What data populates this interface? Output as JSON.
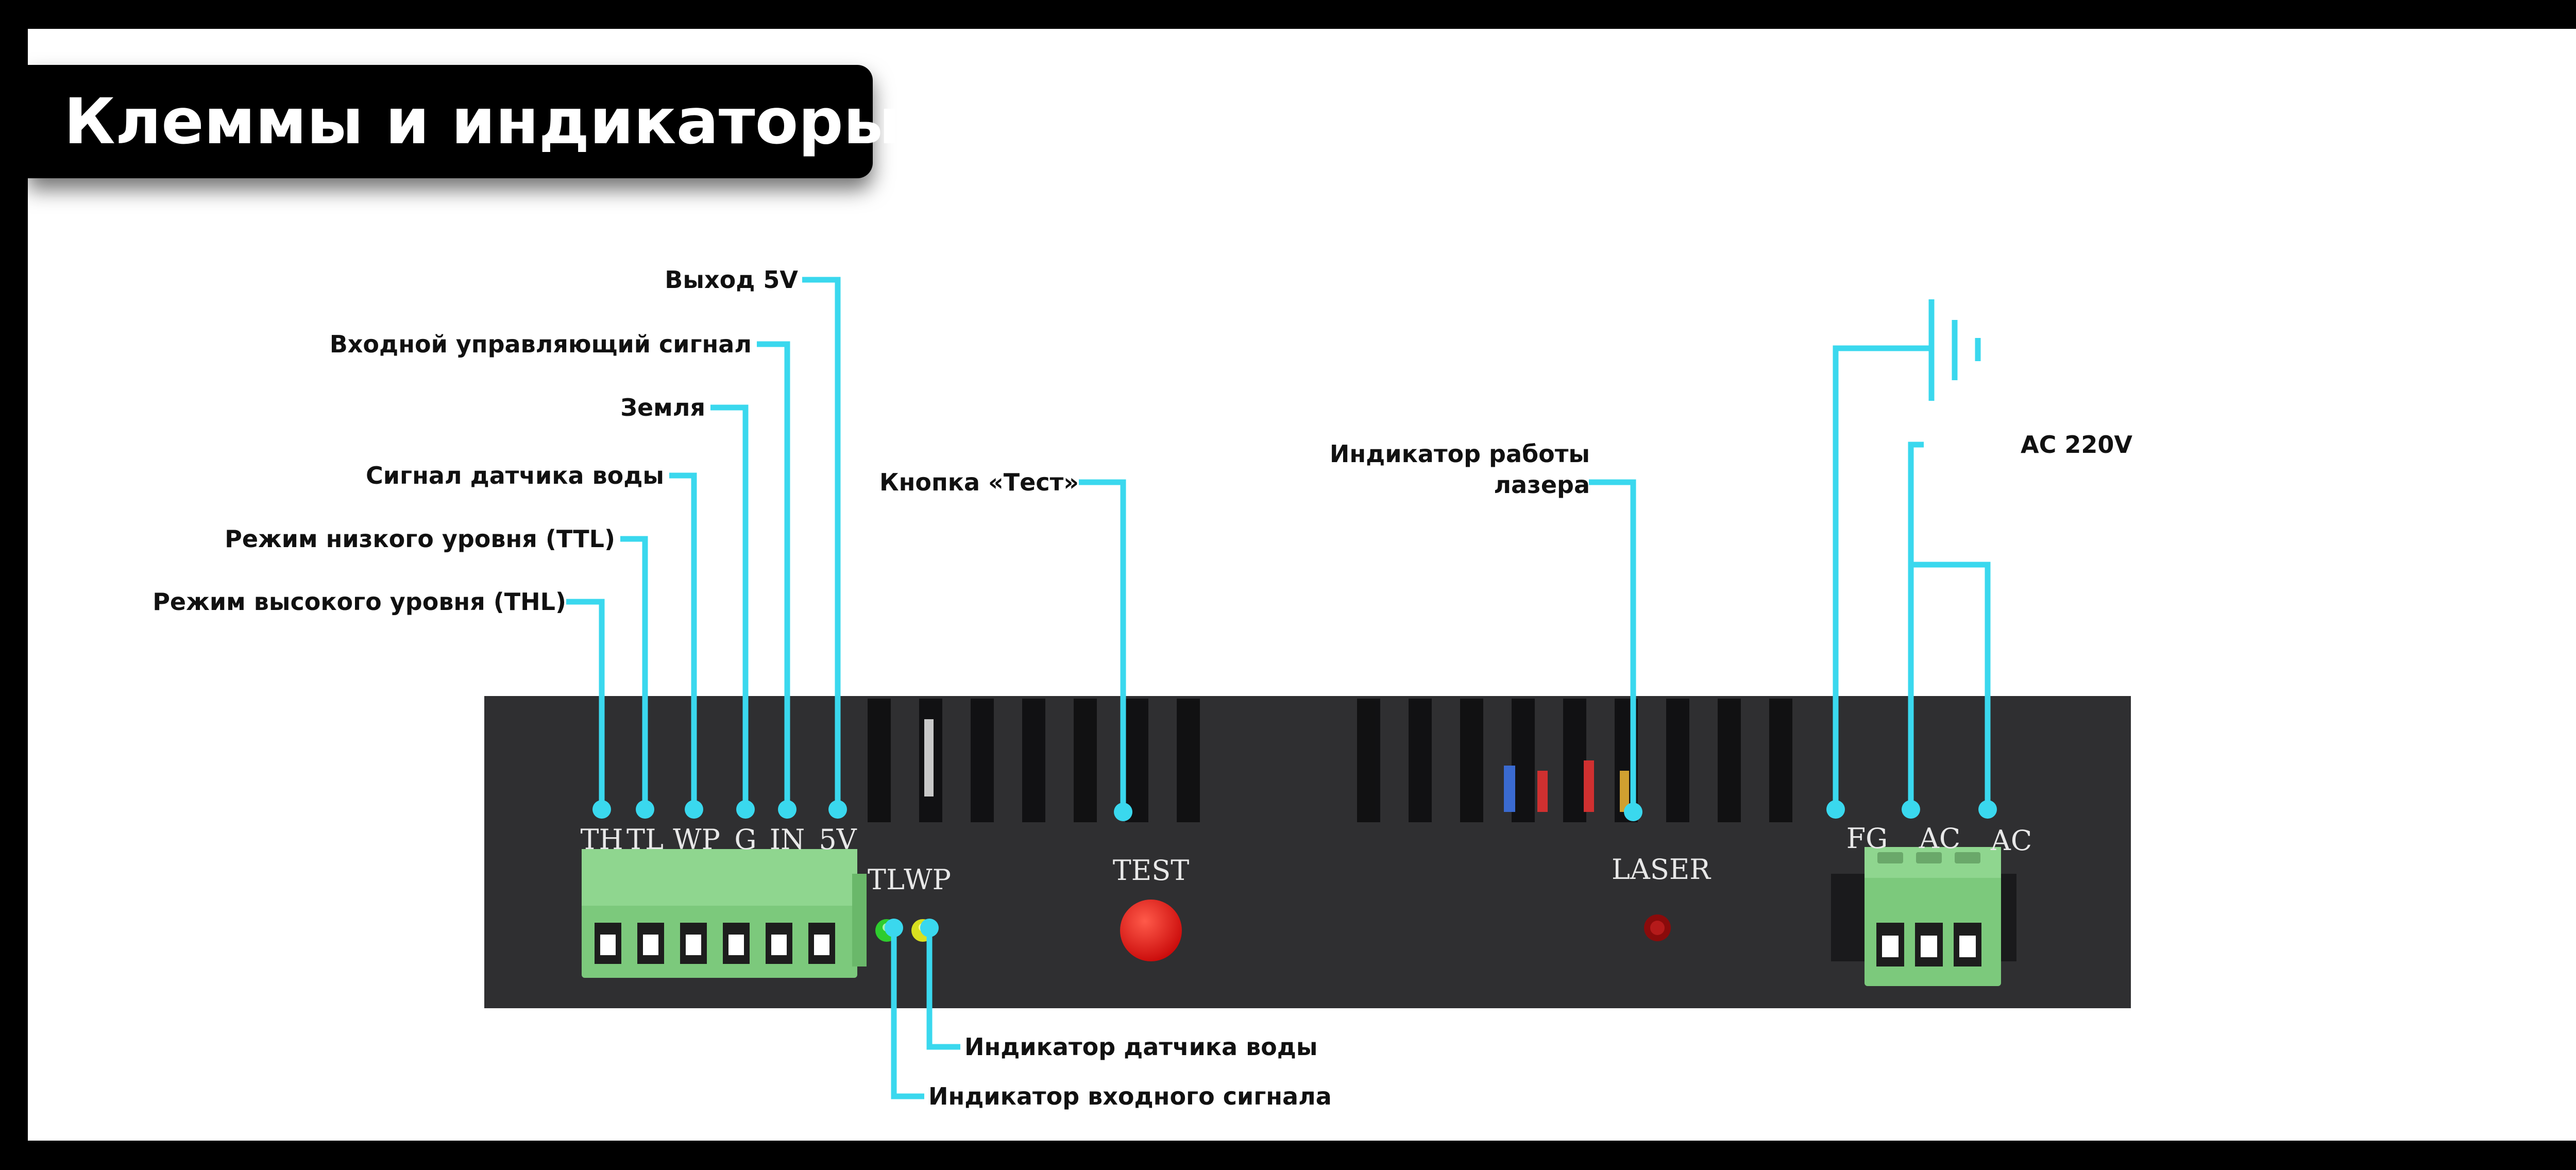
{
  "title": "Клеммы и индикаторы",
  "callouts": {
    "out_5v": "Выход 5V",
    "input_control": "Входной управляющий сигнал",
    "ground": "Земля",
    "water_sensor": "Сигнал датчика воды",
    "ttl_low": "Режим низкого уровня (TTL)",
    "thl_high": "Режим высокого уровня (THL)",
    "test_button": "Кнопка «Тест»",
    "laser_indicator_line1": "Индикатор работы",
    "laser_indicator_line2": "лазера",
    "ac220": "AC 220V",
    "water_indicator": "Индикатор датчика воды",
    "input_indicator": "Индикатор входного сигнала"
  },
  "panel_labels": {
    "th": "TH",
    "tl": "TL",
    "wp": "WP",
    "g": "G",
    "in": "IN",
    "v5": "5V",
    "led_tl": "TL",
    "led_wp": "WP",
    "test": "TEST",
    "laser": "LASER",
    "fg": "FG",
    "ac1": "AC",
    "ac2": "AC"
  },
  "colors": {
    "leader": "#3ad8ee",
    "panel": "#2f2f31",
    "terminal_green": "#7cc97c",
    "test_button": "#e01010",
    "led_green": "#2ecc2e",
    "led_yellow": "#d8e020",
    "laser_led": "#8a0b0b"
  }
}
